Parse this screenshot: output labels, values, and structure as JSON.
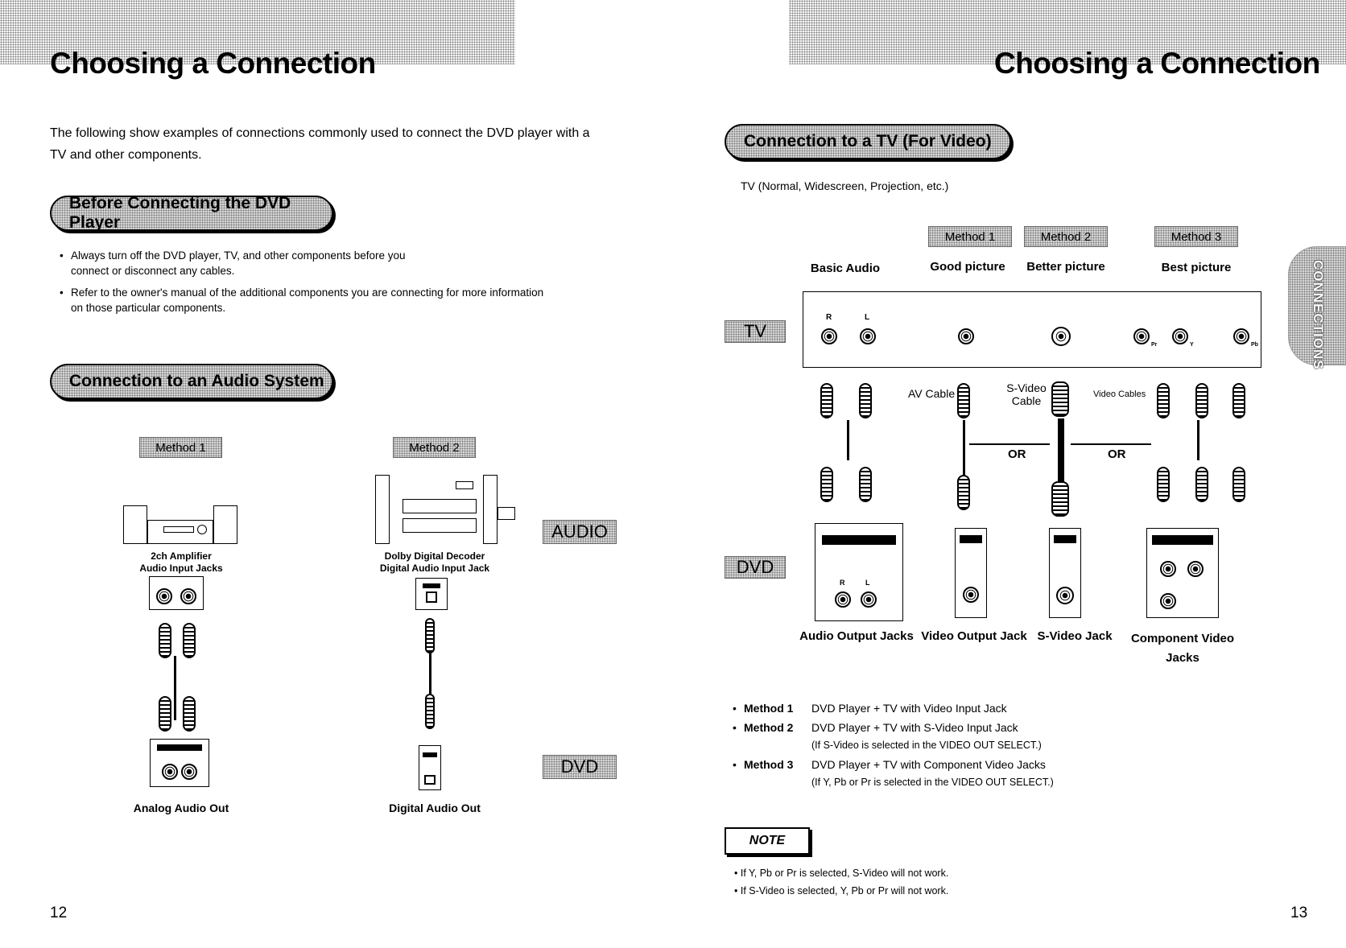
{
  "left": {
    "title": "Choosing a Connection",
    "intro_1": "The following show examples of connections commonly used to connect the DVD player with a",
    "intro_2": "TV and other components.",
    "section1_title": "Before Connecting the DVD Player",
    "bullets": [
      {
        "line1": "Always turn off the DVD player, TV, and other components before you",
        "line2": "connect or disconnect any cables."
      },
      {
        "line1": "Refer to the owner's manual of the additional components you are connecting for more information",
        "line2": "on those particular components."
      }
    ],
    "section2_title": "Connection to an Audio System",
    "method1": "Method 1",
    "method2": "Method 2",
    "m1_device_1": "2ch Amplifier",
    "m1_device_2": "Audio Input Jacks",
    "m2_device_1": "Dolby Digital Decoder",
    "m2_device_2": "Digital Audio Input Jack",
    "tag_audio": "AUDIO",
    "tag_dvd": "DVD",
    "cap_analog": "Analog Audio Out",
    "cap_digital": "Digital Audio Out",
    "page_number": "12"
  },
  "right": {
    "title": "Choosing a Connection",
    "section_title": "Connection to a TV (For Video)",
    "tv_types": "TV (Normal, Widescreen, Projection, etc.)",
    "method1": "Method 1",
    "method2": "Method 2",
    "method3": "Method 3",
    "basic_audio": "Basic Audio",
    "good_picture": "Good picture",
    "better_picture": "Better picture",
    "best_picture": "Best picture",
    "tag_tv": "TV",
    "tag_dvd": "DVD",
    "jack_r": "R",
    "jack_l": "L",
    "jack_pr": "Pr",
    "jack_y": "Y",
    "jack_pb": "Pb",
    "av_cable": "AV Cable",
    "svideo_cable_1": "S-Video",
    "svideo_cable_2": "Cable",
    "video_cables": "Video Cables",
    "or_1": "OR",
    "or_2": "OR",
    "cap_audio_out": "Audio Output Jacks",
    "cap_video_out": "Video Output Jack",
    "cap_svideo": "S-Video Jack",
    "cap_component_1": "Component Video",
    "cap_component_2": "Jacks",
    "methods": [
      {
        "label": "Method 1",
        "text": "DVD Player + TV with Video Input Jack",
        "sub": ""
      },
      {
        "label": "Method 2",
        "text": "DVD Player + TV with S-Video Input Jack",
        "sub": "(If S-Video is selected in the VIDEO OUT SELECT.)"
      },
      {
        "label": "Method 3",
        "text": "DVD Player + TV with Component Video Jacks",
        "sub": "(If Y, Pb or Pr is selected in the VIDEO OUT SELECT.)"
      }
    ],
    "note_label": "NOTE",
    "notes": [
      "If Y, Pb or Pr is selected, S-Video will not work.",
      "If S-Video is selected, Y, Pb or Pr will not work."
    ],
    "side_tab": "CONNECTIONS",
    "page_number": "13"
  }
}
